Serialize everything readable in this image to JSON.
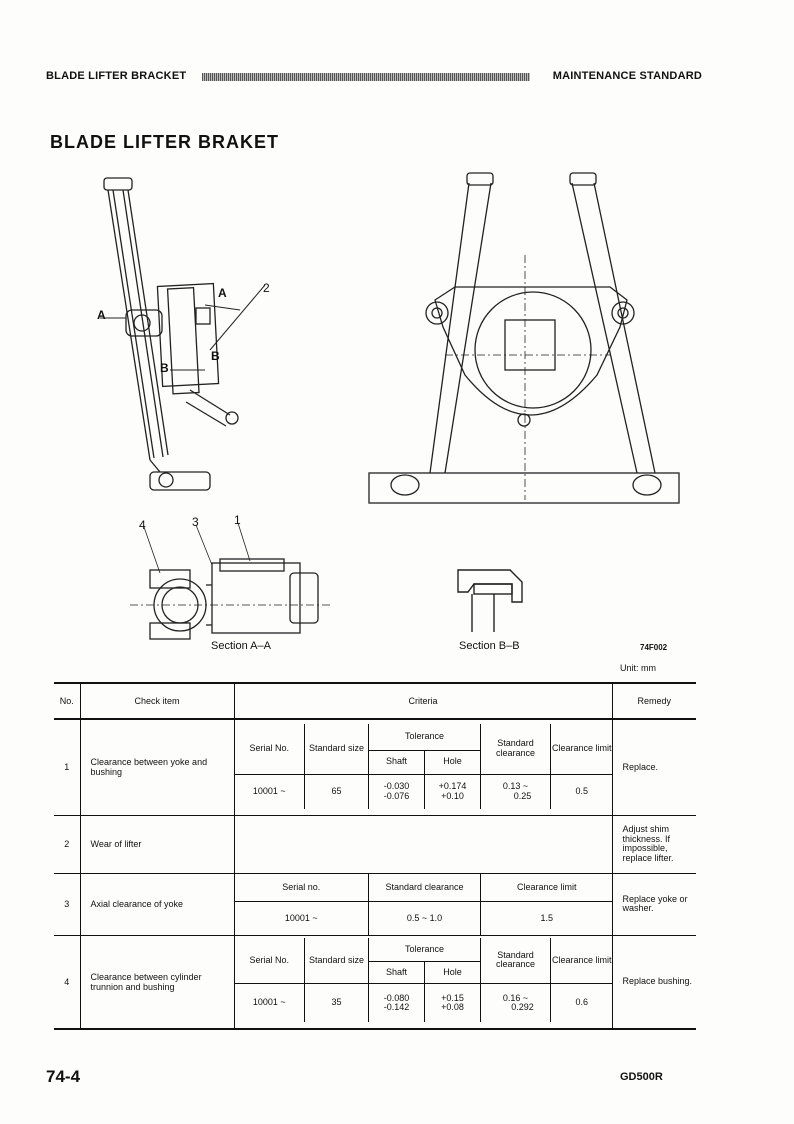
{
  "header": {
    "left": "BLADE LIFTER BRACKET",
    "right": "MAINTENANCE STANDARD"
  },
  "title": "BLADE LIFTER BRAKET",
  "figure": {
    "callouts": {
      "a": "A",
      "b": "B",
      "n1": "1",
      "n2": "2",
      "n3": "3",
      "n4": "4"
    },
    "section_aa": "Section A–A",
    "section_bb": "Section B–B",
    "ref": "74F002"
  },
  "unit": "Unit: mm",
  "table": {
    "headers": {
      "no": "No.",
      "check_item": "Check item",
      "criteria": "Criteria",
      "remedy": "Remedy"
    },
    "rows": [
      {
        "no": "1",
        "item": "Clearance between yoke and bushing",
        "serial_label": "Serial No.",
        "std_size_label": "Standard size",
        "tolerance_label": "Tolerance",
        "shaft_label": "Shaft",
        "hole_label": "Hole",
        "std_clear_label": "Standard clearance",
        "clear_limit_label": "Clearance limit",
        "serial": "10001 ~",
        "std_size": "65",
        "shaft_hi": "-0.030",
        "shaft_lo": "-0.076",
        "hole_hi": "+0.174",
        "hole_lo": "+0.10",
        "std_clear_hi": "0.13 ~",
        "std_clear_lo": "0.25",
        "clear_limit": "0.5",
        "remedy": "Replace."
      },
      {
        "no": "2",
        "item": "Wear of lifter",
        "remedy": "Adjust shim thickness. If impossible, replace lifter."
      },
      {
        "no": "3",
        "item": "Axial clearance of yoke",
        "serial_label": "Serial no.",
        "std_clear_label": "Standard clearance",
        "clear_limit_label": "Clearance limit",
        "serial": "10001 ~",
        "std_clear": "0.5 ~ 1.0",
        "clear_limit": "1.5",
        "remedy": "Replace yoke or washer."
      },
      {
        "no": "4",
        "item": "Clearance between cylinder trunnion and bushing",
        "serial_label": "Serial No.",
        "std_size_label": "Standard size",
        "tolerance_label": "Tolerance",
        "shaft_label": "Shaft",
        "hole_label": "Hole",
        "std_clear_label": "Standard clearance",
        "clear_limit_label": "Clearance limit",
        "serial": "10001 ~",
        "std_size": "35",
        "shaft_hi": "-0.080",
        "shaft_lo": "-0.142",
        "hole_hi": "+0.15",
        "hole_lo": "+0.08",
        "std_clear_hi": "0.16 ~",
        "std_clear_lo": "0.292",
        "clear_limit": "0.6",
        "remedy": "Replace bushing."
      }
    ]
  },
  "footer": {
    "page": "74-4",
    "model": "GD500R"
  }
}
